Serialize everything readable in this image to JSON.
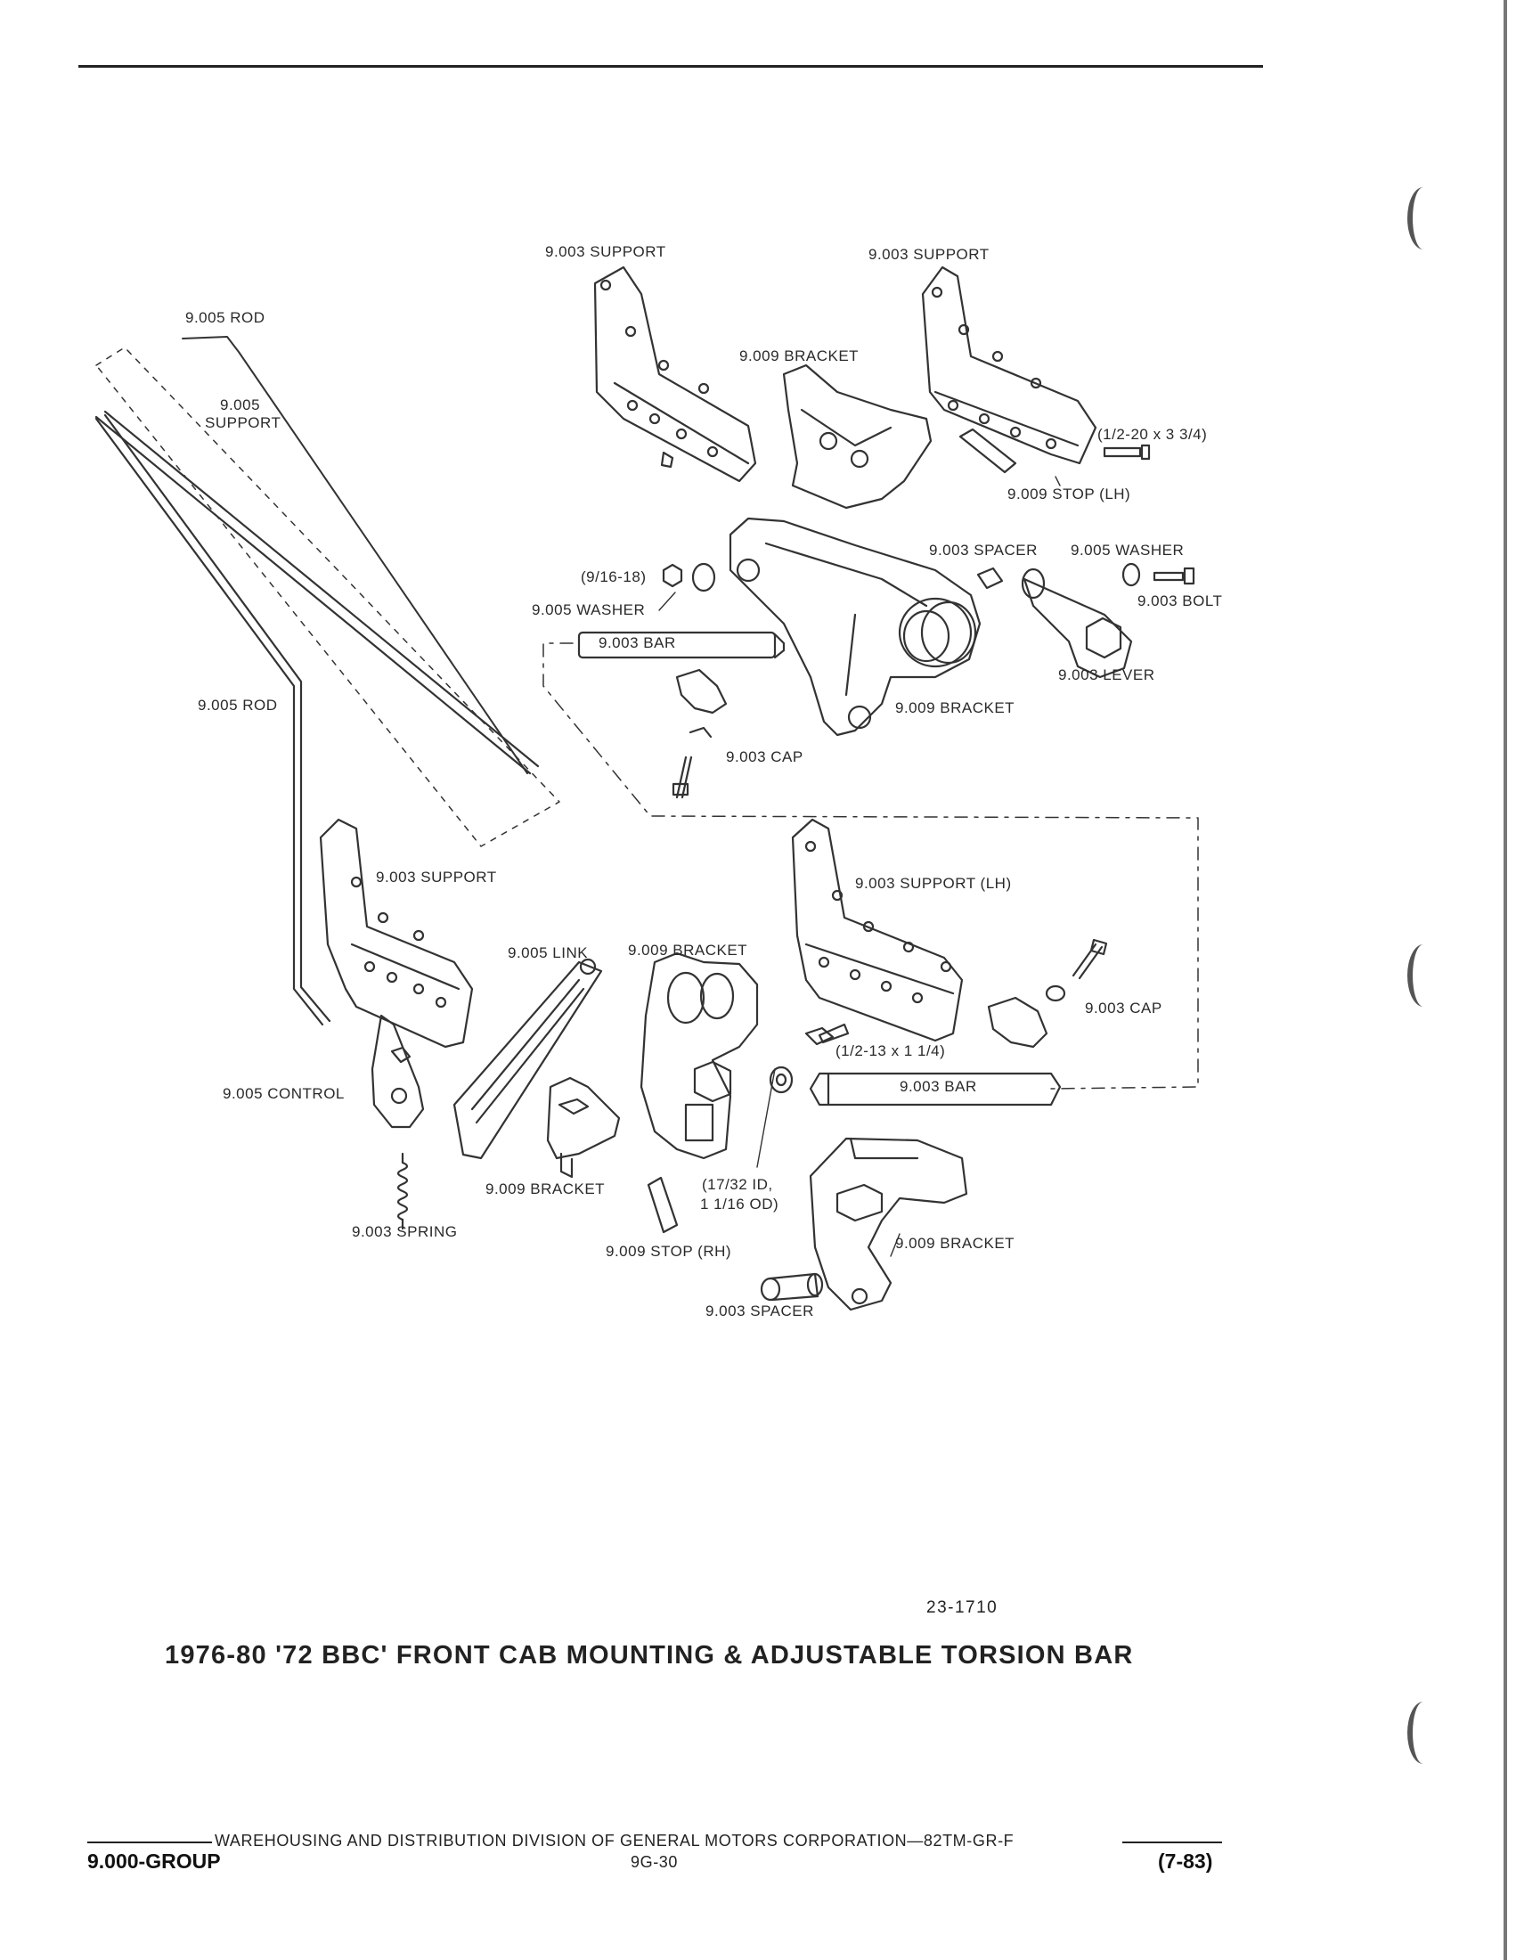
{
  "labels": {
    "support_top_left": "9.003 SUPPORT",
    "support_top_right": "9.003 SUPPORT",
    "rod_top": "9.005 ROD",
    "support_005": "9.005",
    "support_005_b": "SUPPORT",
    "bracket_top": "9.009 BRACKET",
    "bolt_size_top": "(1/2-20 x 3 3/4)",
    "stop_lh": "9.009 STOP (LH)",
    "spacer_top": "9.003 SPACER",
    "washer_top": "9.005 WASHER",
    "bolt": "9.003 BOLT",
    "nut_size": "(9/16-18)",
    "washer_left": "9.005 WASHER",
    "bar_top": "9.003 BAR",
    "lever": "9.003 LEVER",
    "bracket_mid": "9.009 BRACKET",
    "cap_top": "9.003 CAP",
    "rod_left": "9.005 ROD",
    "support_mid": "9.003 SUPPORT",
    "support_lh": "9.003 SUPPORT (LH)",
    "link": "9.005 LINK",
    "bracket_lower": "9.009 BRACKET",
    "cap_right": "9.003 CAP",
    "bolt_size_lower": "(1/2-13 x 1 1/4)",
    "bar_lower": "9.003 BAR",
    "control": "9.005 CONTROL",
    "bracket_small": "9.009 BRACKET",
    "washer_size": "(17/32 ID,",
    "washer_size_b": "1 1/16 OD)",
    "spring": "9.003 SPRING",
    "stop_rh": "9.009 STOP (RH)",
    "bracket_bottom": "9.009 BRACKET",
    "spacer_bottom": "9.003 SPACER"
  },
  "figure_number": "23-1710",
  "title": "1976-80 '72 BBC' FRONT CAB MOUNTING & ADJUSTABLE TORSION BAR",
  "footer": {
    "division": "WAREHOUSING AND DISTRIBUTION DIVISION OF GENERAL MOTORS CORPORATION—82TM-GR-F",
    "group": "9.000-GROUP",
    "page": "9G-30",
    "date": "(7-83)"
  }
}
